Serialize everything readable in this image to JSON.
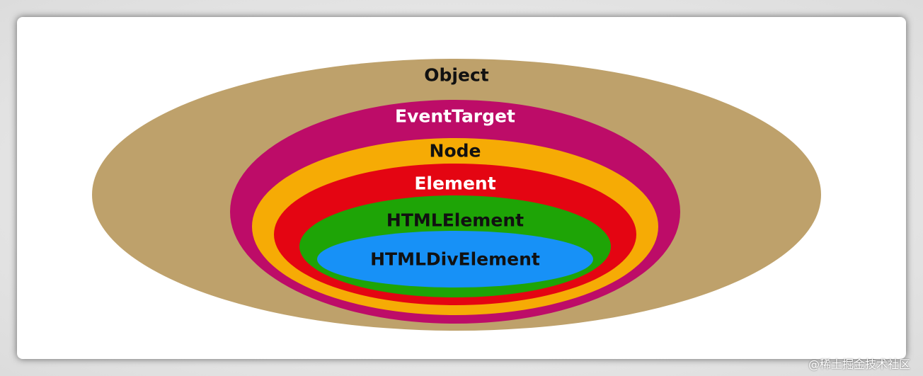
{
  "layers": [
    {
      "name": "Object",
      "fill": "#bea16b",
      "text_color": "#111111"
    },
    {
      "name": "EventTarget",
      "fill": "#bd0c68",
      "text_color": "#ffffff"
    },
    {
      "name": "Node",
      "fill": "#f6ab05",
      "text_color": "#111111"
    },
    {
      "name": "Element",
      "fill": "#e40512",
      "text_color": "#ffffff"
    },
    {
      "name": "HTMLElement",
      "fill": "#1ea406",
      "text_color": "#111111"
    },
    {
      "name": "HTMLDivElement",
      "fill": "#1791f7",
      "text_color": "#111111"
    }
  ],
  "watermark": "@稀土掘金技术社区"
}
